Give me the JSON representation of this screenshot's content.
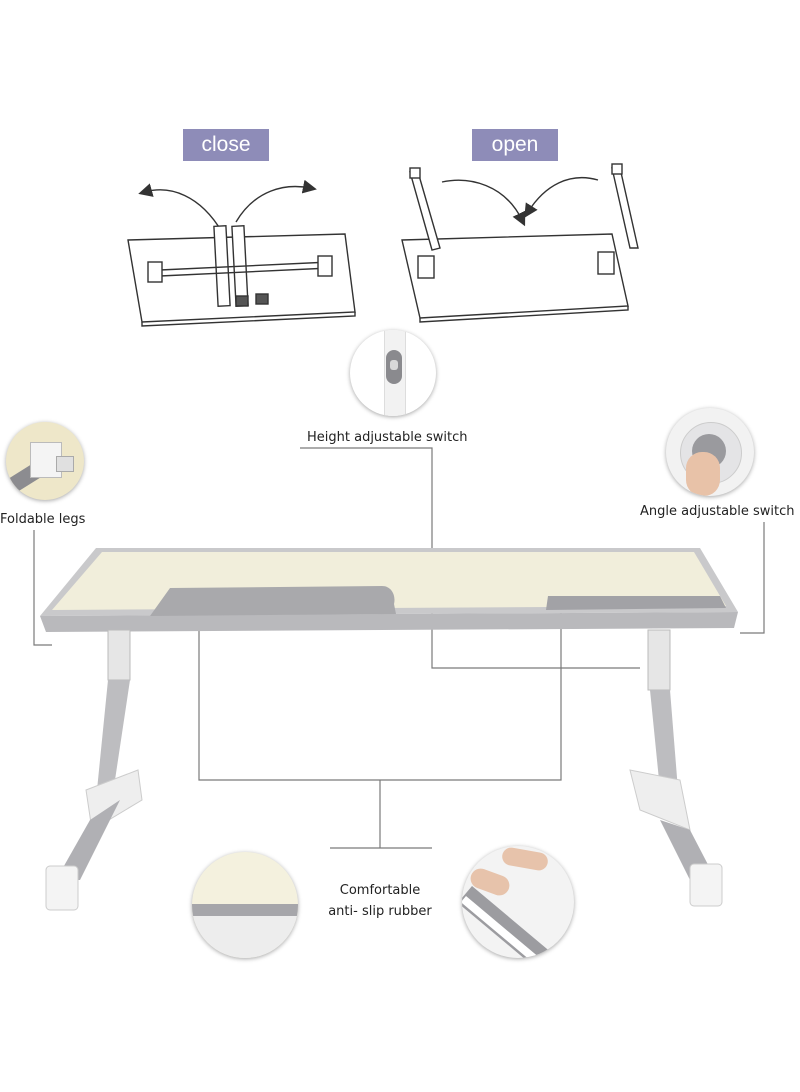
{
  "diagram": {
    "top_tags": {
      "close": "close",
      "open": "open"
    },
    "callouts": {
      "height_switch": "Height adjustable switch",
      "foldable_legs": "Foldable legs",
      "angle_switch": "Angle adjustable switch",
      "rubber_line1": "Comfortable",
      "rubber_line2": "anti- slip rubber"
    },
    "colors": {
      "tag_bg": "#8e8cb8",
      "desk_top": "#f1eedb",
      "frame": "#c9c9cb",
      "leader_line": "#7a7a7a"
    }
  }
}
